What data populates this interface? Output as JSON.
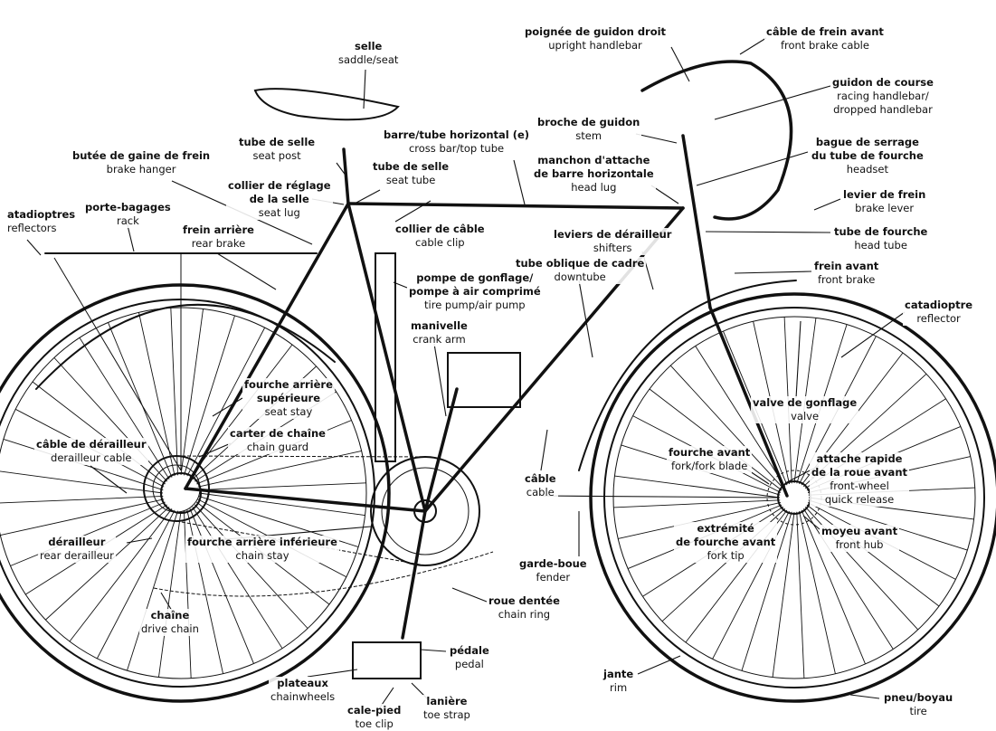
{
  "labels": {
    "saddle": {
      "fr": "selle",
      "en": "saddle/seat"
    },
    "seat_post": {
      "fr": "tube de selle",
      "en": "seat post"
    },
    "brake_hanger": {
      "fr": "butée de gaine de frein",
      "en": "brake hanger"
    },
    "seat_lug": {
      "fr1": "collier de réglage",
      "fr2": "de la selle",
      "en": "seat lug"
    },
    "seat_tube": {
      "fr": "tube de selle",
      "en": "seat tube"
    },
    "top_tube": {
      "fr": "barre/tube horizontal (e)",
      "en": "cross bar/top tube"
    },
    "upright_bar": {
      "fr": "poignée de guidon droit",
      "en": "upright handlebar"
    },
    "front_cable": {
      "fr": "câble de frein avant",
      "en": "front brake cable"
    },
    "racing_bar": {
      "fr": "guidon de course",
      "en1": "racing handlebar/",
      "en2": "dropped handlebar"
    },
    "stem": {
      "fr": "broche de guidon",
      "en": "stem"
    },
    "head_lug": {
      "fr1": "manchon d'attache",
      "fr2": "de barre horizontale",
      "en": "head lug"
    },
    "headset": {
      "fr1": "bague de serrage",
      "fr2": "du tube de fourche",
      "en": "headset"
    },
    "brake_lever": {
      "fr": "levier de frein",
      "en": "brake lever"
    },
    "head_tube": {
      "fr": "tube de fourche",
      "en": "head tube"
    },
    "reflectors": {
      "fr": "atadioptres",
      "en": "reflectors"
    },
    "rack": {
      "fr": "porte-bagages",
      "en": "rack"
    },
    "rear_brake": {
      "fr": "frein arrière",
      "en": "rear brake"
    },
    "cable_clip": {
      "fr": "collier de câble",
      "en": "cable clip"
    },
    "shifters": {
      "fr": "leviers de dérailleur",
      "en": "shifters"
    },
    "downtube": {
      "fr": "tube oblique de cadre",
      "en": "downtube"
    },
    "front_brake": {
      "fr": "frein avant",
      "en": "front brake"
    },
    "pump": {
      "fr1": "pompe de gonflage/",
      "fr2": "pompe à air comprimé",
      "en": "tire pump/air pump"
    },
    "reflector": {
      "fr": "catadioptre",
      "en": "reflector"
    },
    "crank_arm": {
      "fr": "manivelle",
      "en": "crank arm"
    },
    "seat_stay": {
      "fr1": "fourche arrière",
      "fr2": "supérieure",
      "en": "seat stay"
    },
    "valve": {
      "fr": "valve de gonflage",
      "en": "valve"
    },
    "chain_guard": {
      "fr": "carter de chaîne",
      "en": "chain guard"
    },
    "der_cable": {
      "fr": "câble de dérailleur",
      "en": "derailleur cable"
    },
    "fork": {
      "fr": "fourche avant",
      "en": "fork/fork blade"
    },
    "quick_release": {
      "fr1": "attache rapide",
      "fr2": "de la roue avant",
      "en1": "front-wheel",
      "en2": "quick release"
    },
    "cable": {
      "fr": "câble",
      "en": "cable"
    },
    "rear_der": {
      "fr": "dérailleur",
      "en": "rear derailleur"
    },
    "chain_stay": {
      "fr": "fourche arrière inférieure",
      "en": "chain stay"
    },
    "fork_tip": {
      "fr1": "extrémité",
      "fr2": "de fourche avant",
      "en": "fork tip"
    },
    "front_hub": {
      "fr": "moyeu avant",
      "en": "front hub"
    },
    "fender": {
      "fr": "garde-boue",
      "en": "fender"
    },
    "chain_ring": {
      "fr": "roue dentée",
      "en": "chain ring"
    },
    "drive_chain": {
      "fr": "chaîne",
      "en": "drive chain"
    },
    "pedal": {
      "fr": "pédale",
      "en": "pedal"
    },
    "rim": {
      "fr": "jante",
      "en": "rim"
    },
    "chainwheels": {
      "fr": "plateaux",
      "en": "chainwheels"
    },
    "toe_strap": {
      "fr": "lanière",
      "en": "toe strap"
    },
    "toe_clip": {
      "fr": "cale-pied",
      "en": "toe clip"
    },
    "tire": {
      "fr": "pneu/boyau",
      "en": "tire"
    }
  }
}
